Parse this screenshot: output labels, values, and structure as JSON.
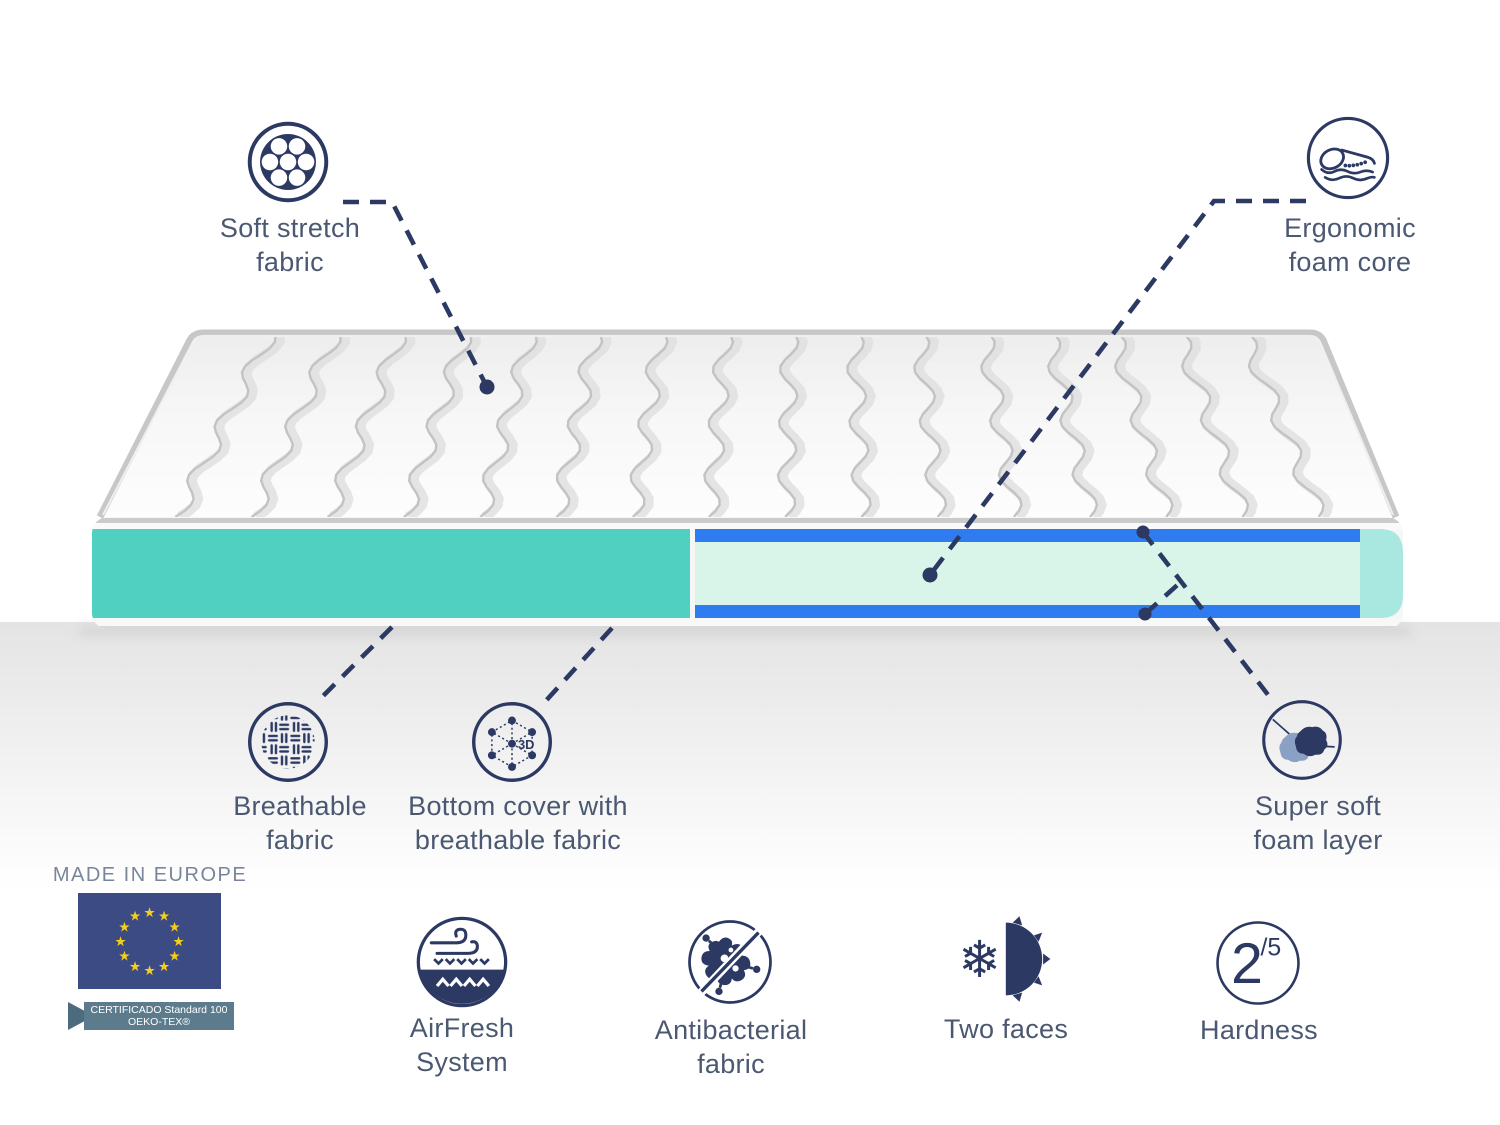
{
  "colors": {
    "navy": "#2c3963",
    "label": "#4b5872",
    "teal": "#4fd0c0",
    "teal_light": "#a9e8e1",
    "mint": "#d9f4e8",
    "blue": "#2e7cf0",
    "quilt_line": "#c3c3c3",
    "binding": "#c7c7c7",
    "star": "#f3cf1c",
    "eu_flag": "#3d4b85",
    "ribbon": "#5c7c8d",
    "ribbon_dark": "#4c6b7c",
    "made_in_text": "#79859b"
  },
  "icons": {
    "soft_stretch": "fabric-pores-icon",
    "ergonomic": "sleeper-icon",
    "breathable": "weave-icon",
    "bottom_cover": "3d-mesh-icon",
    "super_soft": "hand-press-icon",
    "airfresh": "airflow-icon",
    "antibacterial": "no-bacteria-icon",
    "two_faces": "snowflake-sun-icon",
    "hardness": "hardness-scale-icon"
  },
  "callouts": {
    "soft_stretch": {
      "line1": "Soft stretch",
      "line2": "fabric"
    },
    "ergonomic": {
      "line1": "Ergonomic",
      "line2": "foam core"
    },
    "breathable": {
      "line1": "Breathable",
      "line2": "fabric"
    },
    "bottom_cover": {
      "line1": "Bottom cover with",
      "line2": "breathable fabric",
      "icon_text": "3D"
    },
    "super_soft": {
      "line1": "Super soft",
      "line2": "foam layer"
    }
  },
  "badges": {
    "made_in": {
      "title": "MADE IN EUROPE",
      "cert_line1": "CERTIFICADO Standard 100",
      "cert_line2": "OEKO-TEX®"
    },
    "airfresh": {
      "line1": "AirFresh",
      "line2": "System"
    },
    "antibacterial": {
      "line1": "Antibacterial",
      "line2": "fabric"
    },
    "two_faces": {
      "line1": "Two faces",
      "line2": ""
    },
    "hardness": {
      "line1": "Hardness",
      "line2": "",
      "value": "2",
      "scale": "/5"
    }
  }
}
